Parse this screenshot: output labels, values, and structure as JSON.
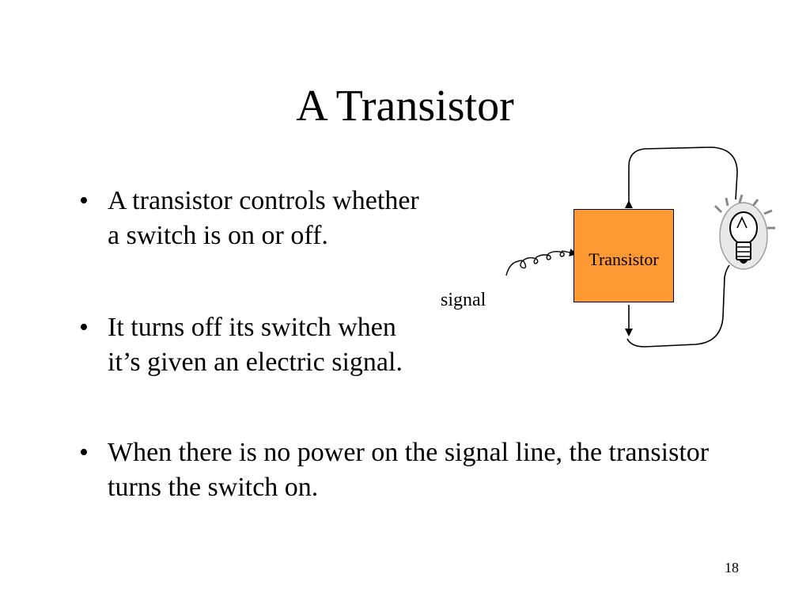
{
  "slide": {
    "title": "A Transistor",
    "bullet_symbol": "•",
    "bullets": [
      "A transistor controls whether a switch is on or off.",
      "It turns off its switch when it’s given an electric signal.",
      "When there is no power on the signal line, the transistor turns the switch on."
    ],
    "page_number": "18"
  },
  "diagram": {
    "transistor_label": "Transistor",
    "signal_label": "signal",
    "box_color": "#ff9933",
    "lamp_icon": "light-bulb-icon"
  }
}
